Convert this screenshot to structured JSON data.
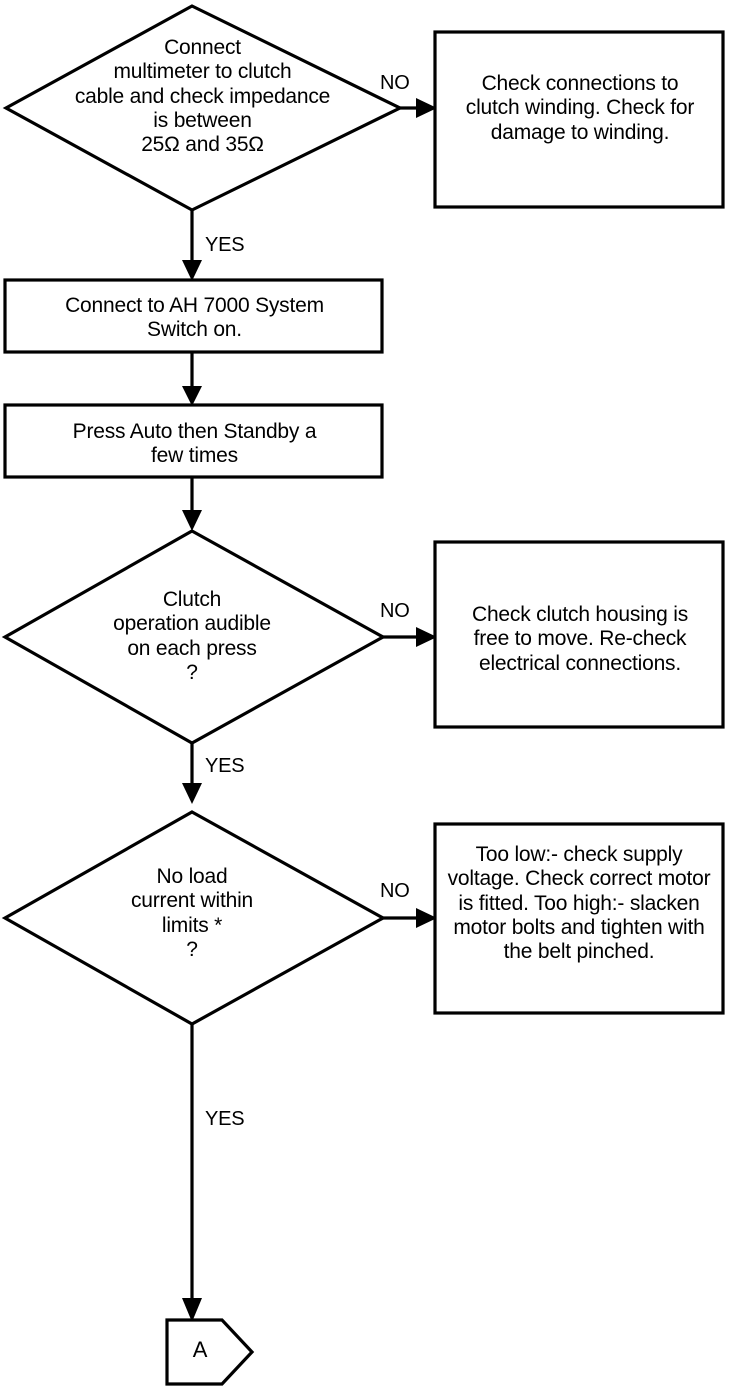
{
  "diagram": {
    "title": "Clutch / drive troubleshooting flowchart",
    "type": "flowchart",
    "orientation": "vertical",
    "stroke_color": "#000000",
    "fill_color": "#ffffff"
  },
  "nodes": {
    "decision_1": {
      "shape": "diamond",
      "text": "Connect\nmultimeter to clutch\ncable and check impedance\nis between\n25Ω and 35Ω"
    },
    "action_1": {
      "shape": "rectangle",
      "text": "Check connections to\nclutch winding. Check for\ndamage to winding."
    },
    "process_1": {
      "shape": "rectangle",
      "text": "Connect to AH 7000 System\nSwitch on."
    },
    "process_2": {
      "shape": "rectangle",
      "text": "Press Auto then Standby a\nfew times"
    },
    "decision_2": {
      "shape": "diamond",
      "text": "Clutch\noperation audible\non each press\n?"
    },
    "action_2": {
      "shape": "rectangle",
      "text": "Check clutch housing is\nfree to move. Re-check\nelectrical connections."
    },
    "decision_3": {
      "shape": "diamond",
      "text": "No load\ncurrent within\nlimits *\n?"
    },
    "action_3": {
      "shape": "rectangle",
      "text": "Too low:- check supply\nvoltage. Check correct motor\nis fitted. Too high:- slacken\nmotor bolts and tighten with\nthe  belt pinched."
    },
    "connector_a": {
      "shape": "pentagon-connector",
      "text": "A"
    }
  },
  "edges": {
    "no_1": {
      "label": "NO",
      "from": "decision_1",
      "to": "action_1",
      "direction": "right"
    },
    "yes_1": {
      "label": "YES",
      "from": "decision_1",
      "to": "process_1",
      "direction": "down"
    },
    "flow_1": {
      "label": "",
      "from": "process_1",
      "to": "process_2",
      "direction": "down"
    },
    "flow_2": {
      "label": "",
      "from": "process_2",
      "to": "decision_2",
      "direction": "down"
    },
    "no_2": {
      "label": "NO",
      "from": "decision_2",
      "to": "action_2",
      "direction": "right"
    },
    "yes_2": {
      "label": "YES",
      "from": "decision_2",
      "to": "decision_3",
      "direction": "down"
    },
    "no_3": {
      "label": "NO",
      "from": "decision_3",
      "to": "action_3",
      "direction": "right"
    },
    "yes_3": {
      "label": "YES",
      "from": "decision_3",
      "to": "connector_a",
      "direction": "down"
    }
  }
}
